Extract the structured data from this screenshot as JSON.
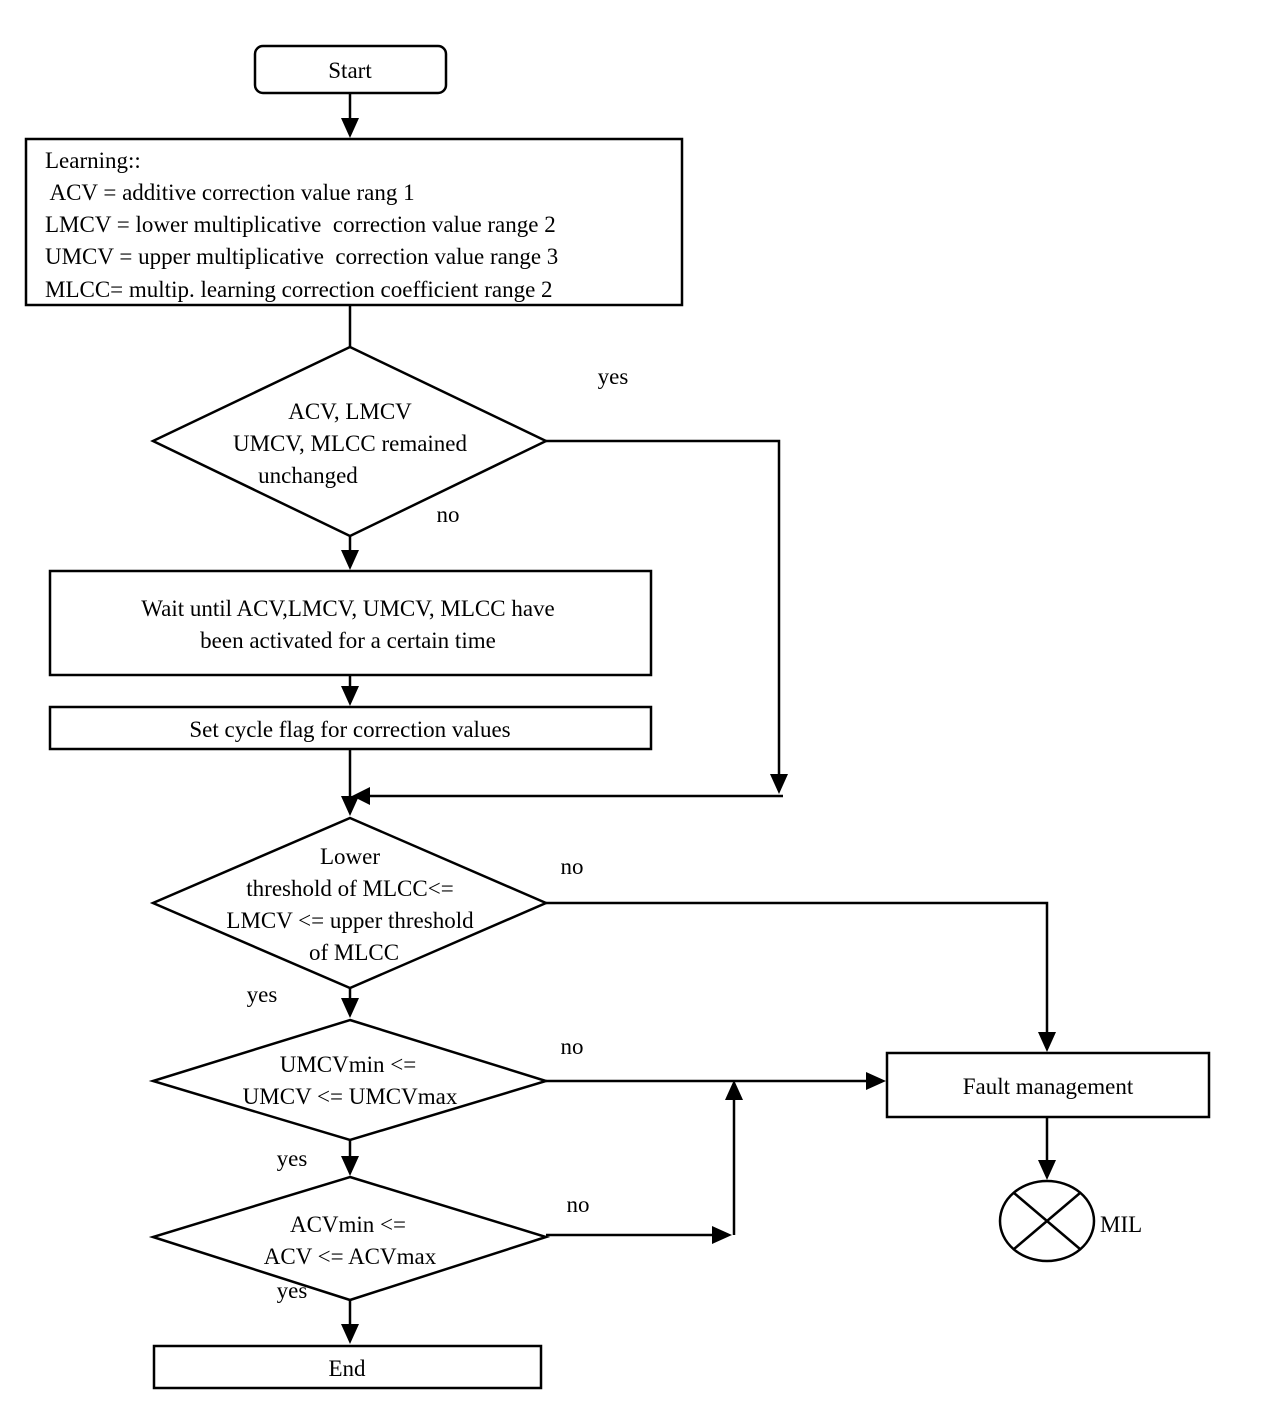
{
  "start": {
    "label": "Start"
  },
  "learning": {
    "lines": [
      "Learning::",
      " ACV = additive correction value rang 1",
      "LMCV = lower multiplicative  correction value range 2",
      "UMCV = upper multiplicative  correction value range 3",
      "MLCC= multip. learning correction coefficient range 2"
    ]
  },
  "decision_unchanged": {
    "lines": [
      "ACV, LMCV",
      "UMCV, MLCC remained",
      "unchanged"
    ],
    "yes_label": "yes",
    "no_label": "no"
  },
  "wait_box": {
    "lines": [
      "Wait until ACV,LMCV, UMCV, MLCC have",
      "been activated for a certain time"
    ]
  },
  "cycle_flag": {
    "label": "Set cycle flag for correction values"
  },
  "decision_lmcv": {
    "lines": [
      "Lower",
      "threshold of MLCC<=",
      "LMCV <= upper threshold",
      "of MLCC"
    ],
    "yes_label": "yes",
    "no_label": "no"
  },
  "decision_umcv": {
    "lines": [
      "UMCVmin <=",
      "UMCV <= UMCVmax"
    ],
    "yes_label": "yes",
    "no_label": "no"
  },
  "decision_acv": {
    "lines": [
      "ACVmin <=",
      "ACV <= ACVmax"
    ],
    "yes_label": "yes",
    "no_label": "no"
  },
  "end": {
    "label": "End"
  },
  "fault": {
    "label": "Fault management"
  },
  "mil": {
    "label": "MIL"
  }
}
